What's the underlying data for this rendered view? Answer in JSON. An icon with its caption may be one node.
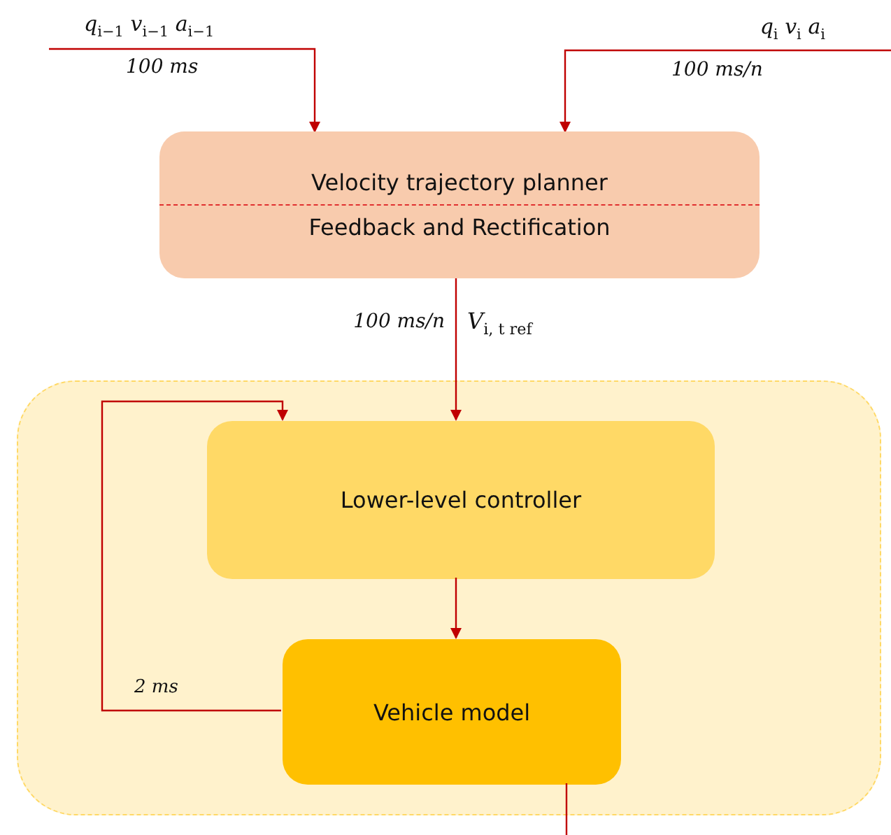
{
  "diagram": {
    "nodes": [
      {
        "text": [
          "Velocity trajectory planner",
          "Feedback and Rectification"
        ]
      },
      {
        "text": [],
        "shape": "box"
      },
      {
        "text": [
          "Lower-level controller"
        ],
        "in": 1
      },
      {
        "text": [
          "Vehicle model"
        ],
        "in": 1
      }
    ],
    "edges": [
      {
        "from": null,
        "to": 0,
        "arrow": "to",
        "label": "*q*$_{i−1}$  *v*$_{i−1}$  *a*$_{i−1}$"
      },
      {
        "from": null,
        "to": 0,
        "arrow": "to",
        "label": "*q*$_{i}$  *v*$_{i}$  *a*$_{i}$"
      },
      {
        "from": 0,
        "to": 2,
        "arrow": "to",
        "label": "*V*$_{i, t ref}$"
      },
      {
        "from": 2,
        "to": 3,
        "arrow": "to"
      },
      {
        "from": 3,
        "to": 2,
        "arrow": "to",
        "label": "2 ms"
      },
      {
        "from": 3,
        "to": null,
        "arrow": "none"
      }
    ],
    "labels": [
      "100 ms",
      "100 ms/n",
      "100 ms/n"
    ]
  }
}
